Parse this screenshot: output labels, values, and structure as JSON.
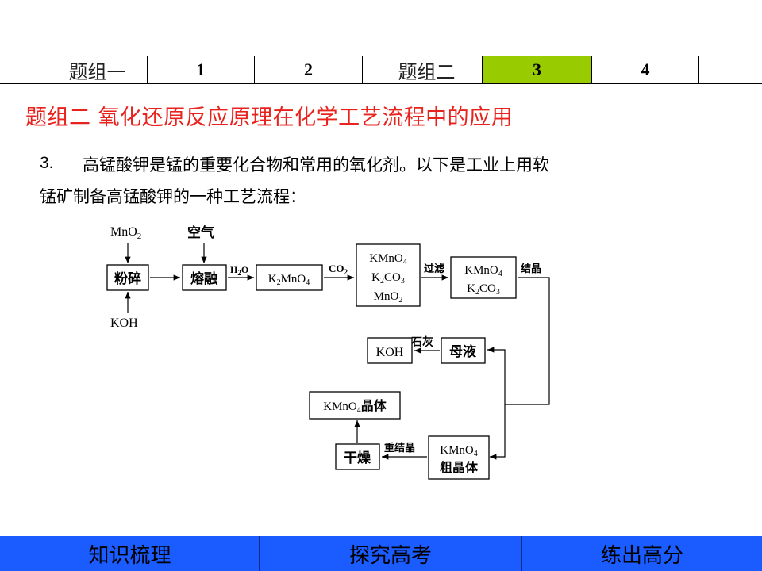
{
  "nav": {
    "group1": "题组一",
    "q1": "1",
    "q2": "2",
    "group2": "题组二",
    "q3": "3",
    "q4": "4"
  },
  "section_title": "题组二  氧化还原反应原理在化学工艺流程中的应用",
  "question": {
    "number": "3.",
    "line1": "高锰酸钾是锰的重要化合物和常用的氧化剂。以下是工业上用软",
    "line2": "锰矿制备高锰酸钾的一种工艺流程："
  },
  "diagram": {
    "inputs": {
      "mno2": "MnO",
      "mno2_sub": "2",
      "air": "空气",
      "koh": "KOH"
    },
    "boxes": {
      "grind": "粉碎",
      "melt": "熔融",
      "k2mno4_a": "K",
      "k2mno4_b": "2",
      "k2mno4_c": "MnO",
      "k2mno4_d": "4",
      "mix_l1a": "KMnO",
      "mix_l1b": "4",
      "mix_l2a": "K",
      "mix_l2b": "2",
      "mix_l2c": "CO",
      "mix_l2d": "3",
      "mix_l3a": "MnO",
      "mix_l3b": "2",
      "filt_l1a": "KMnO",
      "filt_l1b": "4",
      "filt_l2a": "K",
      "filt_l2b": "2",
      "filt_l2c": "CO",
      "filt_l2d": "3",
      "mother": "母液",
      "koh_out": "KOH",
      "crude_l1a": "KMnO",
      "crude_l1b": "4",
      "crude_l2": "粗晶体",
      "dry": "干燥",
      "crystal_a": "KMnO",
      "crystal_b": "4",
      "crystal_c": "晶体"
    },
    "labels": {
      "h2o_a": "H",
      "h2o_b": "2",
      "h2o_c": "O",
      "co2_a": "CO",
      "co2_b": "2",
      "filter": "过滤",
      "crystallize": "结晶",
      "lime": "石灰",
      "recrystallize": "重结晶"
    }
  },
  "bottom": {
    "tab1": "知识梳理",
    "tab2": "探究高考",
    "tab3": "练出高分"
  },
  "colors": {
    "title": "#e8231e",
    "active_cell": "#99cc00",
    "bottom_bar": "#1a5cff"
  }
}
